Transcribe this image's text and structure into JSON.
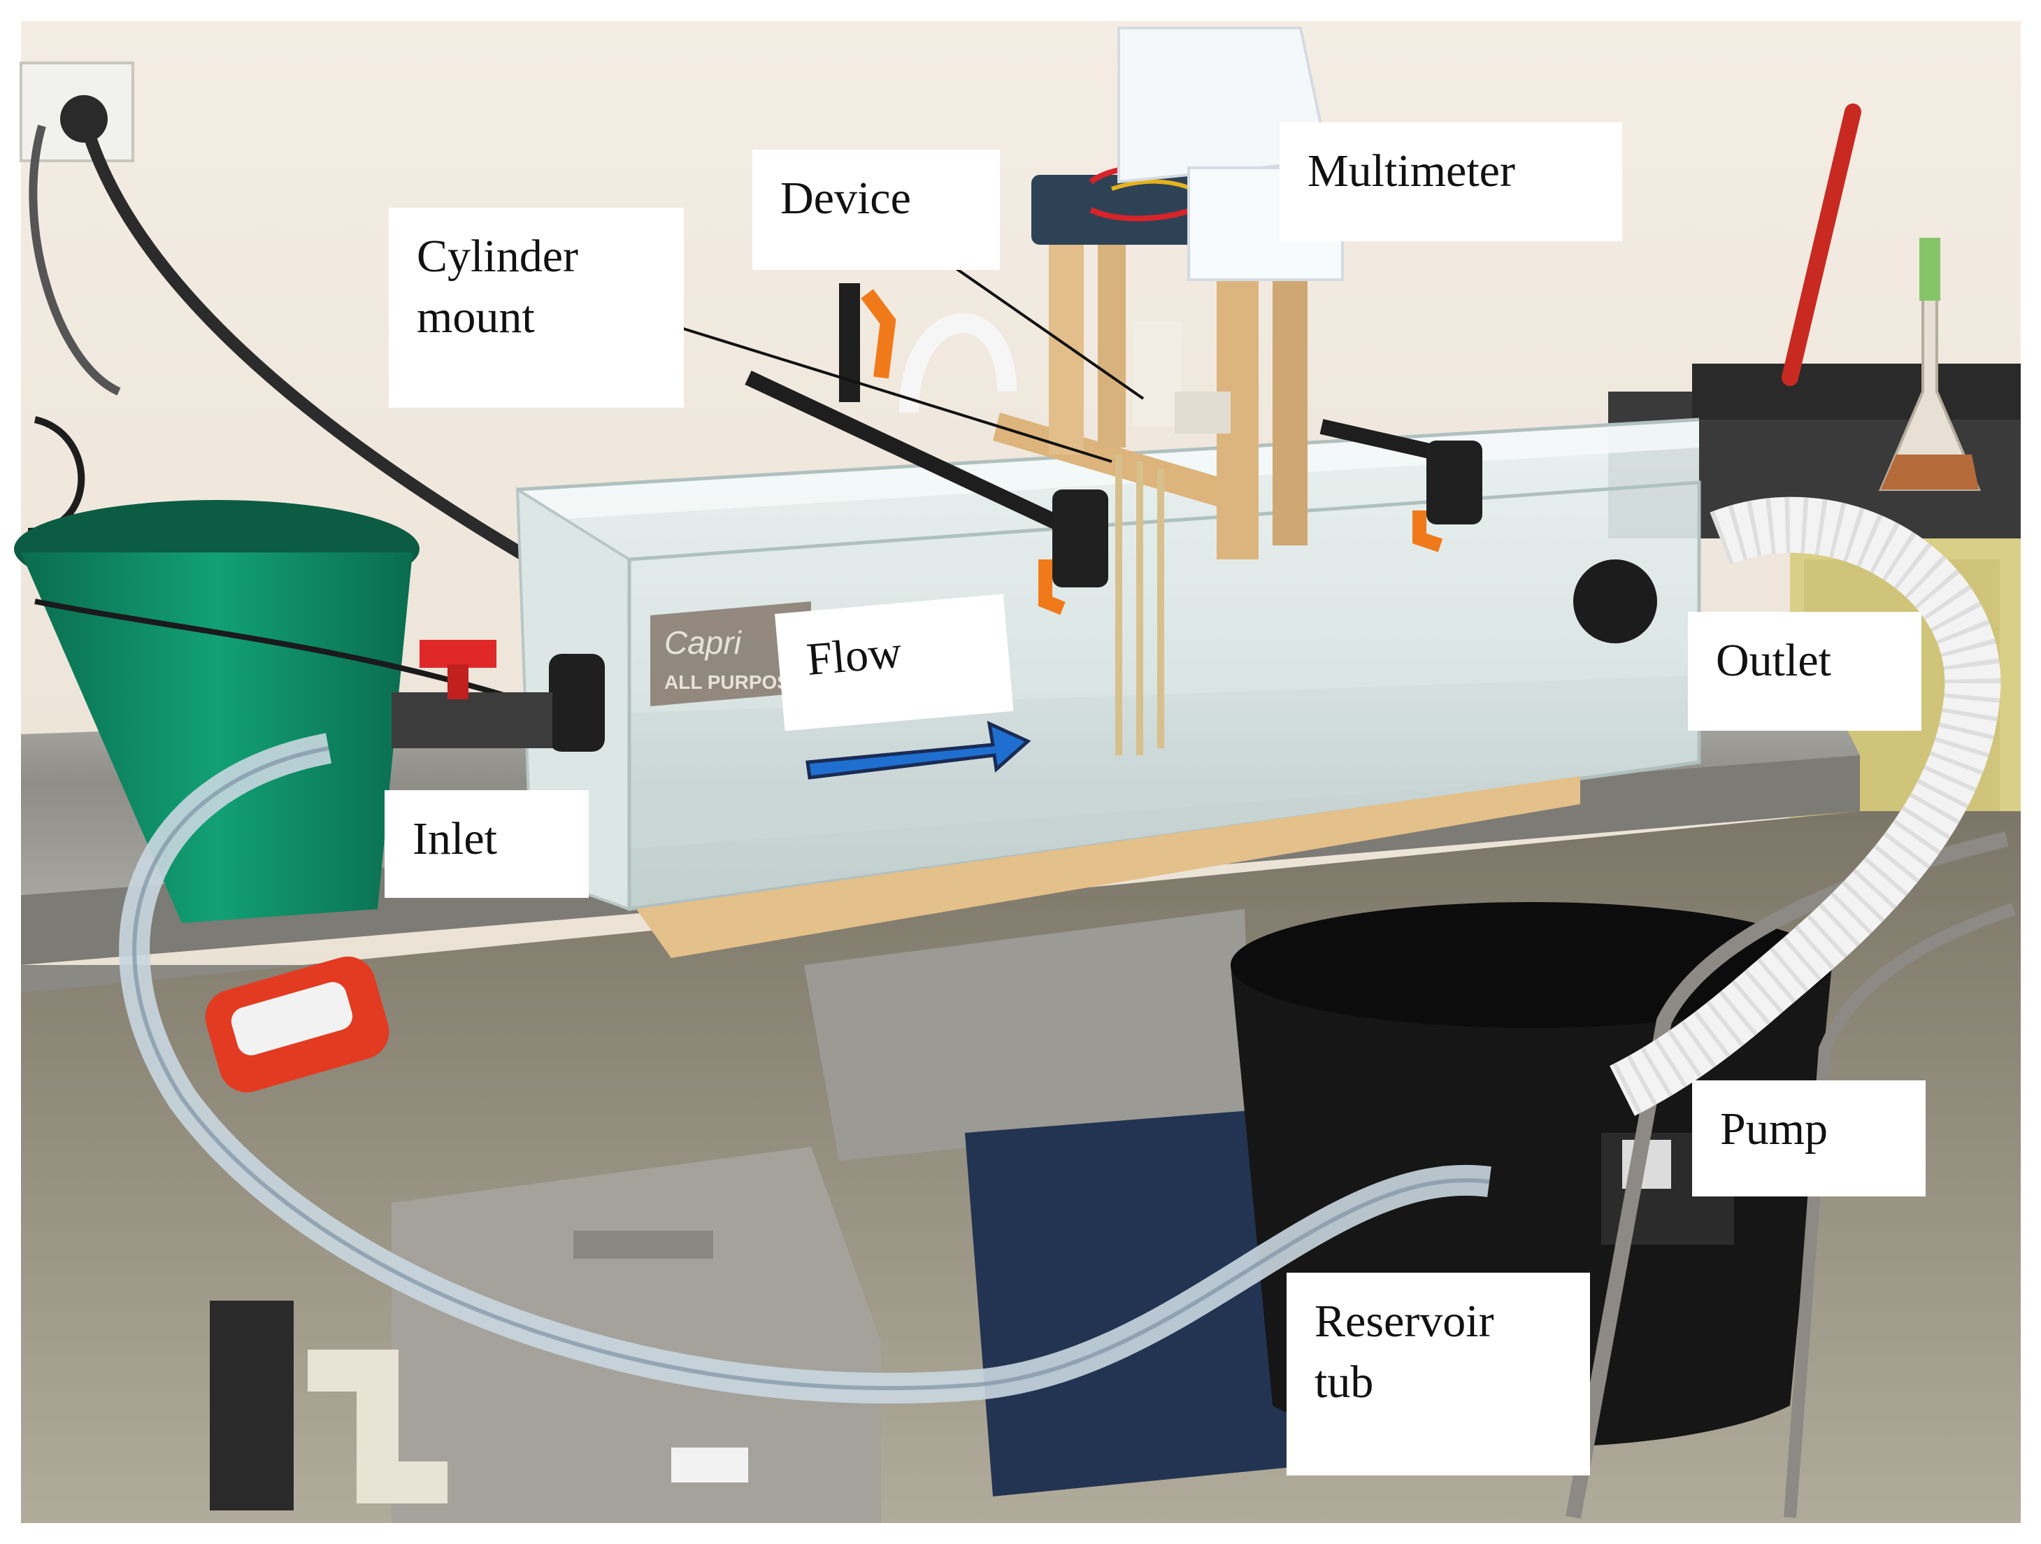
{
  "figure": {
    "labels": {
      "multimeter": "Multimeter",
      "device": "Device",
      "cylinder_mount": [
        "Cylinder",
        "mount"
      ],
      "flow": "Flow",
      "outlet": "Outlet",
      "inlet": "Inlet",
      "pump": "Pump",
      "reservoir_tub": [
        "Reservoir",
        "tub"
      ]
    },
    "equipment_text": {
      "tank_brand": "Capri",
      "tank_text": "ALL PURPOS"
    },
    "colors": {
      "flow_arrow": "#1e6fd0",
      "bucket": "#0d8a63",
      "valve_handle": "#e02828",
      "clamp": "#f07a1a",
      "wall": "#efe6da",
      "steel_bench": "#9a9892"
    }
  }
}
